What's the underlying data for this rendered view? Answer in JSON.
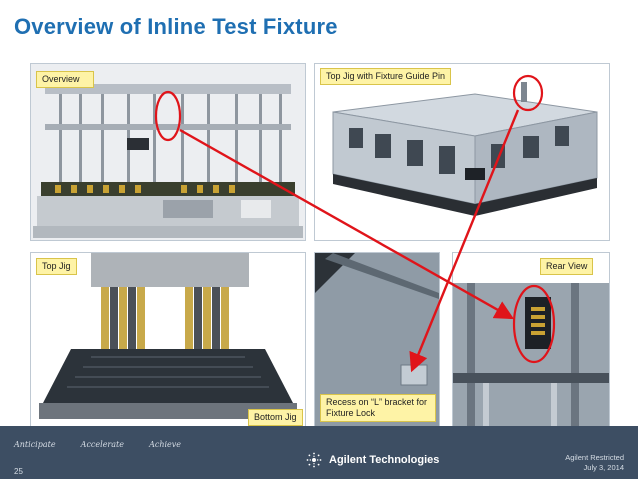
{
  "slide": {
    "title": "Overview of Inline Test Fixture",
    "page_number": "25"
  },
  "panels": {
    "overview": "Overview",
    "top_jig_guide_pin": "Top Jig with Fixture Guide Pin",
    "top_jig": "Top Jig",
    "bottom_jig": "Bottom Jig",
    "recess": "Recess on “L” bracket for Fixture Lock",
    "rear_view": "Rear View"
  },
  "footer": {
    "tagline": "Anticipate  Accelerate  Achieve",
    "company": "Agilent Technologies",
    "classification": "Agilent Restricted",
    "date": "July 3, 2014"
  },
  "colors": {
    "title": "#1f6fb2",
    "label_bg": "#fef3a6",
    "annotation": "#e0141a",
    "footer_bg": "#3d4e63"
  },
  "icons": [
    "agilent-spark-logo-icon"
  ]
}
